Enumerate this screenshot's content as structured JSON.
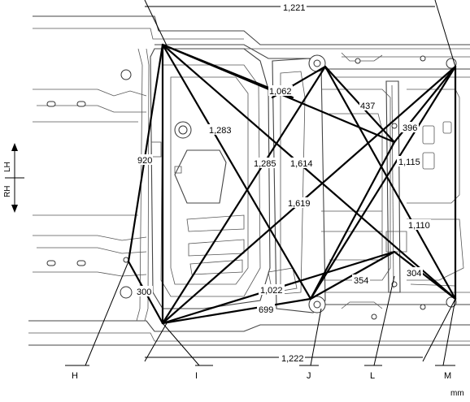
{
  "dimensions": [
    {
      "id": "d1221",
      "text": "1,221"
    },
    {
      "id": "d1062",
      "text": "1,062"
    },
    {
      "id": "d437",
      "text": "437"
    },
    {
      "id": "d396",
      "text": "396"
    },
    {
      "id": "d1283",
      "text": "1,283"
    },
    {
      "id": "d920",
      "text": "920"
    },
    {
      "id": "d1285",
      "text": "1,285"
    },
    {
      "id": "d1614",
      "text": "1,614"
    },
    {
      "id": "d1115",
      "text": "1,115"
    },
    {
      "id": "d1619",
      "text": "1,619"
    },
    {
      "id": "d1110",
      "text": "1,110"
    },
    {
      "id": "d304",
      "text": "304"
    },
    {
      "id": "d354",
      "text": "354"
    },
    {
      "id": "d300",
      "text": "300"
    },
    {
      "id": "d1022",
      "text": "1,022"
    },
    {
      "id": "d699",
      "text": "699"
    },
    {
      "id": "d1222",
      "text": "1,222"
    }
  ],
  "points": [
    {
      "id": "H",
      "text": "H"
    },
    {
      "id": "I",
      "text": "I"
    },
    {
      "id": "J",
      "text": "J"
    },
    {
      "id": "L",
      "text": "L"
    },
    {
      "id": "M",
      "text": "M"
    }
  ],
  "orientation": {
    "lh": "LH",
    "rh": "RH"
  },
  "unit": "mm"
}
